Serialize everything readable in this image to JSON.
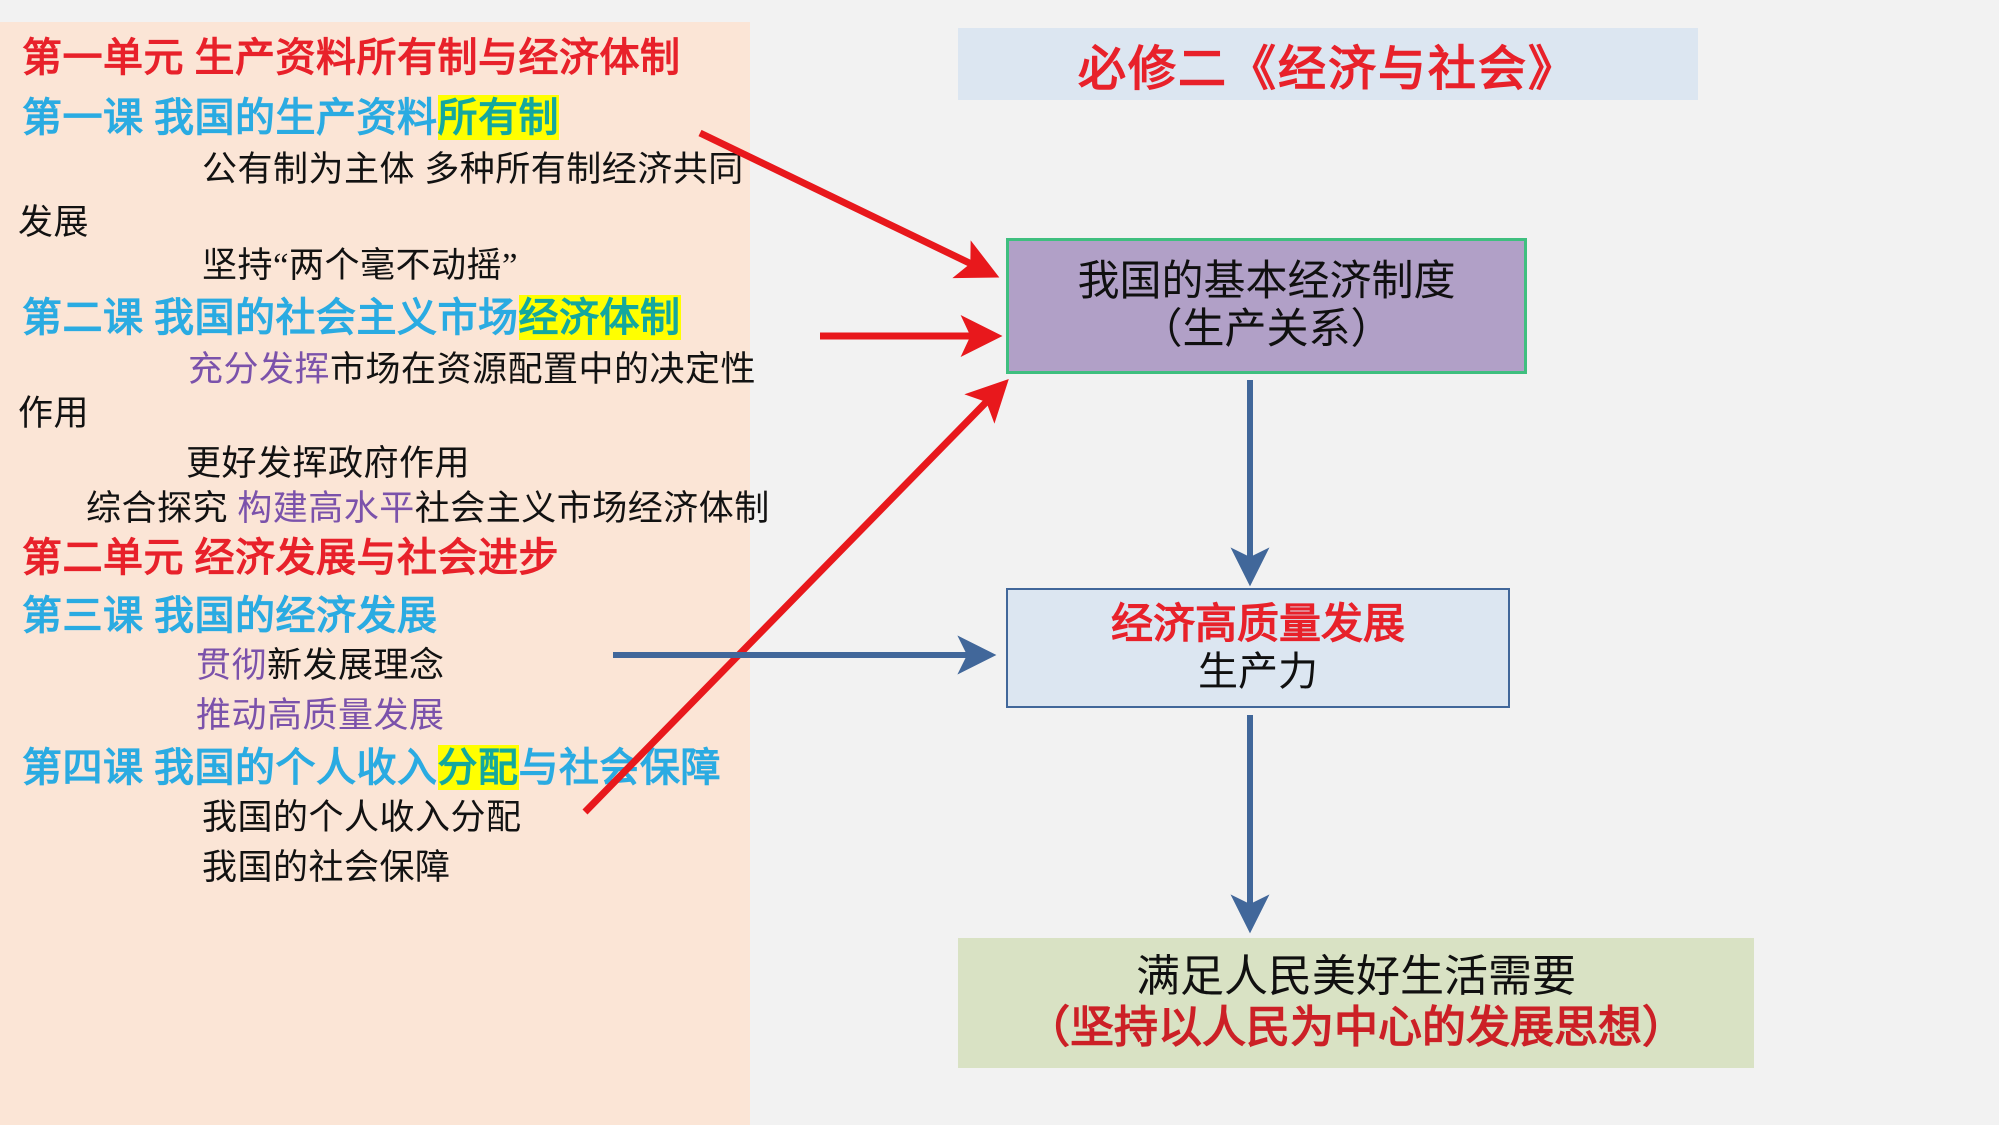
{
  "colors": {
    "left_panel_bg": "#FBE5D6",
    "right_bg": "#F2F2F2",
    "title_box_bg": "#DCE6F1",
    "title_text": "#E8212A",
    "purple_box_bg": "#B1A0C7",
    "purple_box_border": "#3FBF7F",
    "blue_box_bg": "#DCE6F1",
    "blue_box_border": "#41679A",
    "green_box_bg": "#D9E2C4",
    "red_arrow": "#E8181C",
    "blue_arrow": "#41679A",
    "highlight": "#FFFF00",
    "unit_red": "#E8212A",
    "lesson_cyan": "#2AABE2",
    "accent_purple": "#7B52AB",
    "accent_teal": "#13A89E"
  },
  "title_box": {
    "text": "必修二《经济与社会》"
  },
  "outline": {
    "unit1": "第一单元  生产资料所有制与经济体制",
    "lesson1_a": "第一课  我国的生产资料",
    "lesson1_b": "所有制",
    "l1_sub1_a": "公有制为主体  多种所有制经济共同",
    "l1_sub1_b": "发展",
    "l1_sub2": "坚持“两个毫不动摇”",
    "lesson2_a": "第二课  我国的社会主义市场",
    "lesson2_b": "经济体制",
    "l2_sub1_hl": "充分发挥",
    "l2_sub1_rest": "市场在资源配置中的决定性",
    "l2_sub1_b": "作用",
    "l2_sub2": "更好发挥政府作用",
    "l2_sub3_a": "综合探究 ",
    "l2_sub3_hl": "构建高水平",
    "l2_sub3_rest": "社会主义市场经济体制",
    "unit2": "第二单元  经济发展与社会进步",
    "lesson3": "第三课  我国的经济发展",
    "l3_sub1_hl": "贯彻",
    "l3_sub1_rest": "新发展理念",
    "l3_sub2": "推动高质量发展",
    "lesson4_a": "第四课  我国的个人收入",
    "lesson4_hl": "分配",
    "lesson4_b": "与社会保障",
    "l4_sub1": "我国的个人收入分配",
    "l4_sub2": "我国的社会保障"
  },
  "boxes": {
    "basic_economic_system": {
      "line1": "我国的基本经济制度",
      "line2": "（生产关系）"
    },
    "high_quality_development": {
      "line1": "经济高质量发展",
      "line2": "生产力"
    },
    "people_needs": {
      "line1": "满足人民美好生活需要",
      "line2": "（坚持以人民为中心的发展思想）"
    }
  },
  "arrows": [
    {
      "name": "ownership-to-system-arrow",
      "color": "#E8181C",
      "from": "所有制",
      "to": "我国的基本经济制度"
    },
    {
      "name": "two-unwavering-to-system-arrow",
      "color": "#E8181C",
      "from": "坚持“两个毫不动摇”",
      "to": "我国的基本经济制度"
    },
    {
      "name": "lesson3-to-system-arrow",
      "color": "#E8181C",
      "from": "第三课 我国的经济发展",
      "to": "我国的基本经济制度"
    },
    {
      "name": "inquiry-to-quality-arrow",
      "color": "#41679A",
      "from": "综合探究",
      "to": "经济高质量发展"
    },
    {
      "name": "system-to-quality-arrow",
      "color": "#41679A",
      "from": "我国的基本经济制度",
      "to": "经济高质量发展"
    },
    {
      "name": "quality-to-people-arrow",
      "color": "#41679A",
      "from": "经济高质量发展",
      "to": "满足人民美好生活需要"
    }
  ]
}
